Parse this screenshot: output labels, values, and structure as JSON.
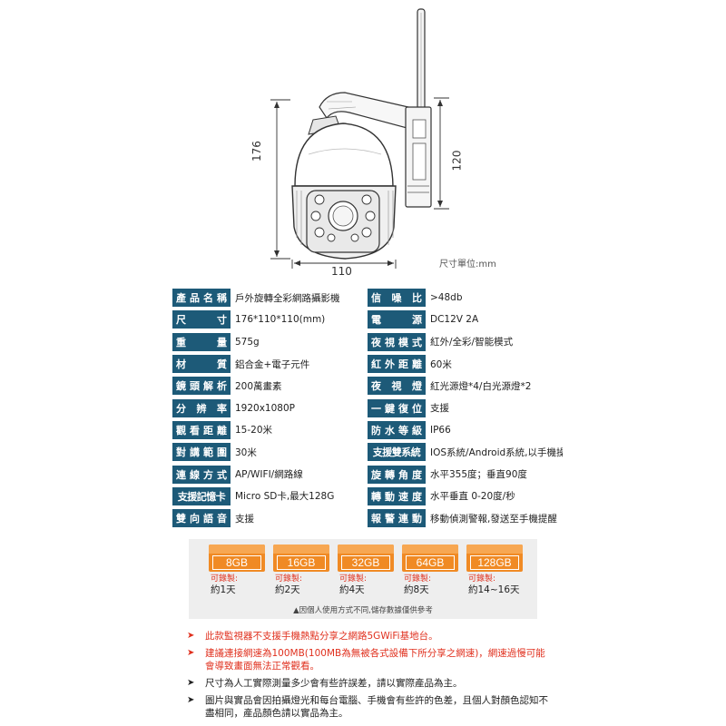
{
  "dimensions": {
    "height": "176",
    "bracket": "120",
    "width": "110",
    "unit_note": "尺寸單位:mm"
  },
  "specs": [
    {
      "left_key": "產品名稱",
      "left_val": "戶外旋轉全彩網路攝影機",
      "right_key": "信 噪 比",
      "right_val": ">48db"
    },
    {
      "left_key": "尺 寸",
      "left_val": "176*110*110(mm)",
      "right_key": "電 源",
      "right_val": "DC12V 2A"
    },
    {
      "left_key": "重 量",
      "left_val": "575g",
      "right_key": "夜視模式",
      "right_val": "紅外/全彩/智能模式"
    },
    {
      "left_key": "材 質",
      "left_val": "鋁合金+電子元件",
      "right_key": "紅外距離",
      "right_val": "60米"
    },
    {
      "left_key": "鏡頭解析",
      "left_val": "200萬畫素",
      "right_key": "夜 視 燈",
      "right_val": "紅光源燈*4/白光源燈*2"
    },
    {
      "left_key": "分 辨 率",
      "left_val": "1920x1080P",
      "right_key": "一鍵復位",
      "right_val": "支援"
    },
    {
      "left_key": "觀看距離",
      "left_val": "15-20米",
      "right_key": "防水等級",
      "right_val": "IP66"
    },
    {
      "left_key": "對講範圍",
      "left_val": "30米",
      "right_key": "支援雙系統",
      "right_val": "IOS系統/Android系統,以手機操控"
    },
    {
      "left_key": "連線方式",
      "left_val": "AP/WIFI/網路線",
      "right_key": "旋轉角度",
      "right_val": "水平355度；垂直90度"
    },
    {
      "left_key": "支援記憶卡",
      "left_val": "Micro SD卡,最大128G",
      "right_key": "轉動速度",
      "right_val": "水平垂直 0-20度/秒"
    },
    {
      "left_key": "雙向語音",
      "left_val": "支援",
      "right_key": "報警連動",
      "right_val": "移動偵測警報,發送至手機提醒"
    }
  ],
  "storage": {
    "cards": [
      {
        "capacity": "8GB",
        "rec_label": "可錄製:",
        "days": "約1天"
      },
      {
        "capacity": "16GB",
        "rec_label": "可錄製:",
        "days": "約2天"
      },
      {
        "capacity": "32GB",
        "rec_label": "可錄製:",
        "days": "約4天"
      },
      {
        "capacity": "64GB",
        "rec_label": "可錄製:",
        "days": "約8天"
      },
      {
        "capacity": "128GB",
        "rec_label": "可錄製:",
        "days": "約14~16天"
      }
    ],
    "note": "▲因個人使用方式不同,儲存數據僅供參考"
  },
  "notes": [
    {
      "text": "此款監視器不支援手機熱點分享之網路5GWiFi基地台。",
      "color": "red"
    },
    {
      "text": "建議連接網速為100MB(100MB為無被各式設備下所分享之網速)，網速過慢可能會導致畫面無法正常觀看。",
      "color": "red"
    },
    {
      "text": "尺寸為人工實際測量多少會有些許誤差，請以實際產品為主。",
      "color": "dark"
    },
    {
      "text": "圖片與實品會因拍攝燈光和每台電腦、手機會有些許的色差，且個人對顏色認知不盡相同，產品顏色請以實品為主。",
      "color": "dark"
    }
  ],
  "colors": {
    "key_bg": "#1d5a78",
    "card_orange": "#f08a24",
    "accent_red": "#e0301e"
  }
}
